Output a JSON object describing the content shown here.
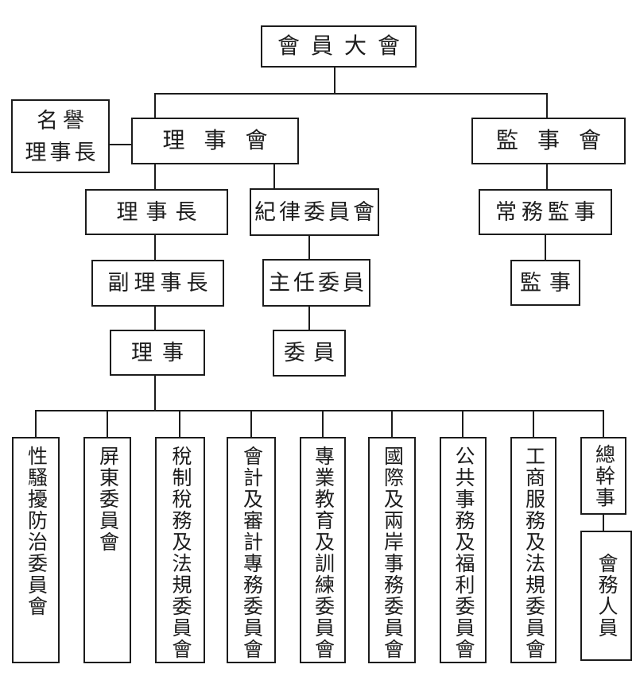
{
  "org": {
    "root": "會員大會",
    "honorary": {
      "line1": "名譽",
      "line2": "理事長"
    },
    "board": "理事會",
    "supervisory_board": "監事會",
    "chairman": "理事長",
    "discipline_committee": "紀律委員會",
    "standing_supervisor": "常務監事",
    "vice_chairman": "副理事長",
    "chief_commissioner": "主任委員",
    "supervisor": "監事",
    "director": "理事",
    "commissioner": "委員",
    "committees": [
      "性騷擾防治委員會",
      "屏東委員會",
      "稅制稅務及法規委員會",
      "會計及審計專務委員會",
      "專業教育及訓練委員會",
      "國際及兩岸事務委員會",
      "公共事務及福利委員會",
      "工商服務及法規委員會"
    ],
    "secretary_general": "總幹事",
    "staff": "會務人員"
  },
  "colors": {
    "line": "#1c1c1c",
    "background": "#ffffff"
  }
}
